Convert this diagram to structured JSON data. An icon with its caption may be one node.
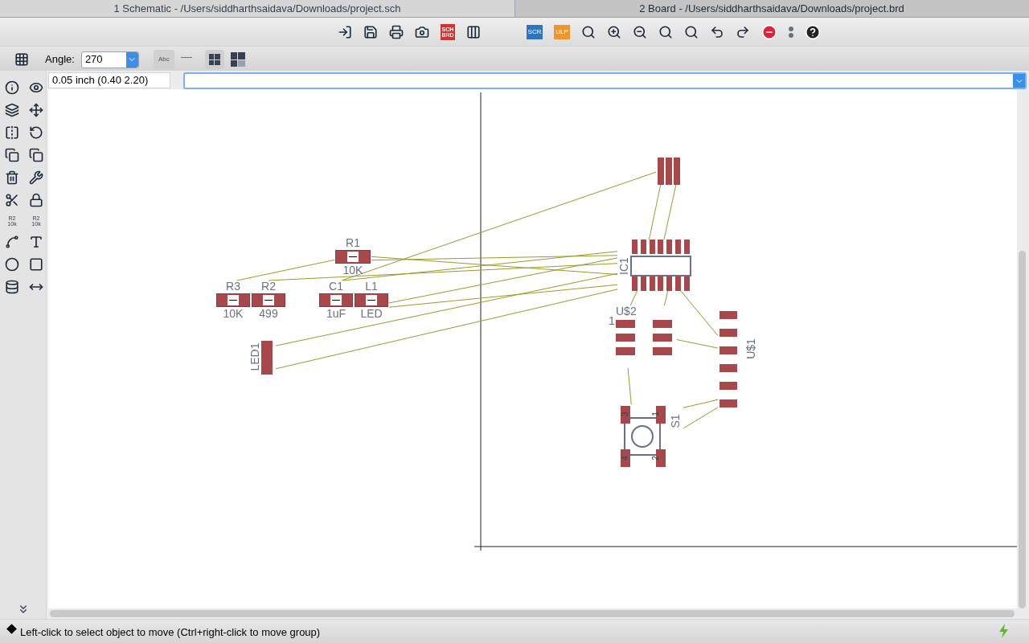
{
  "diagram": {
    "nodes": [
      {
        "text": [],
        "shape": "box"
      },
      {
        "text": [
          "R1",
          "10K"
        ]
      },
      {
        "text": [
          "IC1"
        ]
      },
      {
        "text": [
          "R3",
          "10K"
        ]
      },
      {
        "text": [
          "R2",
          "499"
        ]
      },
      {
        "text": [
          "C1",
          "1uF"
        ]
      },
      {
        "text": [
          "L1",
          "LED"
        ]
      },
      {
        "text": [
          "U$2"
        ],
        "beside": [
          "1"
        ]
      },
      {
        "text": [
          "U$1"
        ]
      },
      {
        "text": [
          "LED1"
        ]
      },
      {
        "text": [
          "S1"
        ],
        "beside": [
          "3",
          "1",
          "4",
          "2"
        ]
      }
    ],
    "edges": [
      {
        "from": 0,
        "to": 5,
        "arrow": "none"
      },
      {
        "from": 0,
        "to": 2,
        "arrow": "none"
      },
      {
        "from": 0,
        "to": 2,
        "arrow": "none"
      },
      {
        "from": 1,
        "to": 2,
        "arrow": "none"
      },
      {
        "from": 1,
        "to": 2,
        "arrow": "none"
      },
      {
        "from": 3,
        "to": 1,
        "arrow": "none"
      },
      {
        "from": 4,
        "to": 2,
        "arrow": "none"
      },
      {
        "from": 5,
        "to": 2,
        "arrow": "none"
      },
      {
        "from": 6,
        "to": 2,
        "arrow": "none"
      },
      {
        "from": 6,
        "to": 2,
        "arrow": "none"
      },
      {
        "from": 9,
        "to": 2,
        "arrow": "none"
      },
      {
        "from": 9,
        "to": 2,
        "arrow": "none"
      },
      {
        "from": 2,
        "to": 7,
        "arrow": "none"
      },
      {
        "from": 2,
        "to": 7,
        "arrow": "none"
      },
      {
        "from": 2,
        "to": 8,
        "arrow": "none"
      },
      {
        "from": 7,
        "to": 10,
        "arrow": "none"
      },
      {
        "from": 7,
        "to": 8,
        "arrow": "none"
      },
      {
        "from": 10,
        "to": 8,
        "arrow": "none"
      },
      {
        "from": 10,
        "to": 8,
        "arrow": "none"
      }
    ],
    "labels": [
      "1 Schematic - /Users/siddharthsaidava/Downloads/project.sch",
      "2 Board - /Users/siddharthsaidava/Downloads/project.brd",
      "SCH",
      "BRD",
      "SCR",
      "ULP",
      "Angle:",
      "270",
      "Abc",
      "0.05 inch (0.40 2.20)",
      "R2",
      "10k",
      "R2",
      "10k",
      "Left-click to select object to move (Ctrl+right-click to move group)"
    ]
  }
}
